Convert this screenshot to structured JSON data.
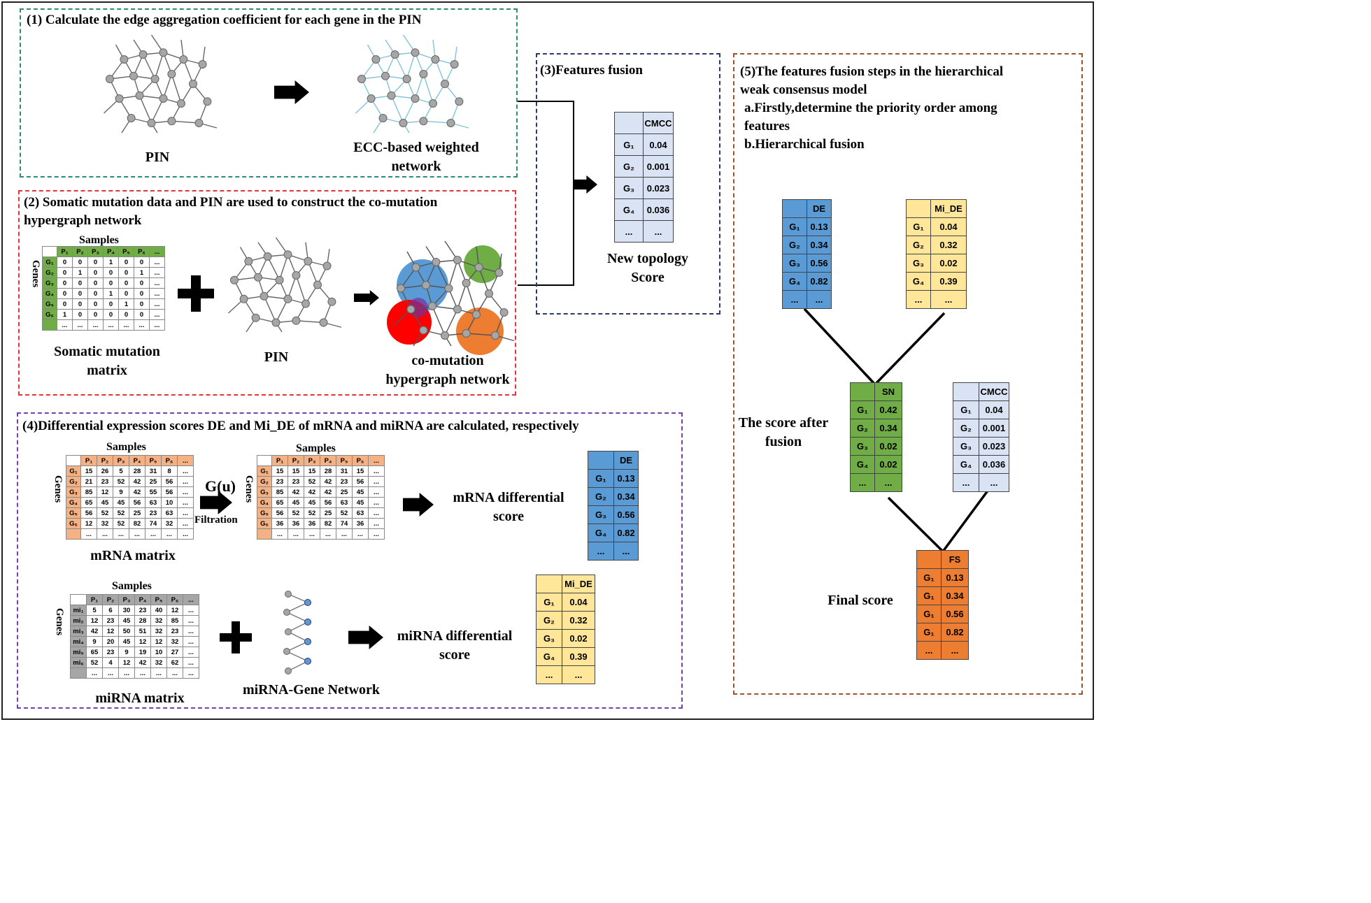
{
  "panel1": {
    "title": "(1) Calculate the edge aggregation coefficient for each gene in the PIN",
    "left_label": "PIN",
    "right_label_1": "ECC-based weighted",
    "right_label_2": "network"
  },
  "panel2": {
    "title_1": "(2) Somatic mutation data and PIN are used to construct the co-mutation",
    "title_2": "hypergraph network",
    "samples_label": "Samples",
    "genes_label": "Genes",
    "matrix_label_1": "Somatic mutation",
    "matrix_label_2": "matrix",
    "pin_label": "PIN",
    "hyper_label_1": "co-mutation",
    "hyper_label_2": "hypergraph network",
    "matrix": {
      "cols": [
        "P₁",
        "P₂",
        "P₃",
        "P₄",
        "P₅",
        "P₆",
        "..."
      ],
      "rows": [
        {
          "g": "G₁",
          "v": [
            "0",
            "0",
            "0",
            "1",
            "0",
            "0",
            "..."
          ]
        },
        {
          "g": "G₂",
          "v": [
            "0",
            "1",
            "0",
            "0",
            "0",
            "1",
            "..."
          ]
        },
        {
          "g": "G₃",
          "v": [
            "0",
            "0",
            "0",
            "0",
            "0",
            "0",
            "..."
          ]
        },
        {
          "g": "G₄",
          "v": [
            "0",
            "0",
            "0",
            "1",
            "0",
            "0",
            "..."
          ]
        },
        {
          "g": "G₅",
          "v": [
            "0",
            "0",
            "0",
            "0",
            "1",
            "0",
            "..."
          ]
        },
        {
          "g": "G₆",
          "v": [
            "1",
            "0",
            "0",
            "0",
            "0",
            "0",
            "..."
          ]
        },
        {
          "g": "",
          "v": [
            "...",
            "...",
            "...",
            "...",
            "...",
            "...",
            "..."
          ]
        }
      ]
    }
  },
  "panel3": {
    "title": "(3)Features fusion",
    "label_1": "New topology",
    "label_2": "Score",
    "table": {
      "header": "CMCC",
      "rows": [
        [
          "G₁",
          "0.04"
        ],
        [
          "G₂",
          "0.001"
        ],
        [
          "G₃",
          "0.023"
        ],
        [
          "G₄",
          "0.036"
        ],
        [
          "...",
          "..."
        ]
      ]
    }
  },
  "panel4": {
    "title": "(4)Differential expression scores DE and Mi_DE of mRNA and miRNA are calculated, respectively",
    "samples_label": "Samples",
    "genes_label": "Genes",
    "gu_label": "G(u)",
    "filtration_label": "Filtration",
    "mrna_matrix_label": "mRNA matrix",
    "mrna_diff_1": "mRNA differential",
    "mrna_diff_2": "score",
    "mirna_matrix_label": "miRNA matrix",
    "mirna_net_label": "miRNA-Gene Network",
    "mirna_diff_1": "miRNA differential",
    "mirna_diff_2": "score",
    "mrna_matrix": {
      "cols": [
        "P₁",
        "P₂",
        "P₃",
        "P₄",
        "P₅",
        "P₆",
        "..."
      ],
      "rows": [
        {
          "g": "G₁",
          "v": [
            "15",
            "26",
            "5",
            "28",
            "31",
            "8",
            "..."
          ]
        },
        {
          "g": "G₂",
          "v": [
            "21",
            "23",
            "52",
            "42",
            "25",
            "56",
            "..."
          ]
        },
        {
          "g": "G₃",
          "v": [
            "85",
            "12",
            "9",
            "42",
            "55",
            "56",
            "..."
          ]
        },
        {
          "g": "G₄",
          "v": [
            "65",
            "45",
            "45",
            "56",
            "63",
            "10",
            "..."
          ]
        },
        {
          "g": "G₅",
          "v": [
            "56",
            "52",
            "52",
            "25",
            "23",
            "63",
            "..."
          ]
        },
        {
          "g": "G₆",
          "v": [
            "12",
            "32",
            "52",
            "82",
            "74",
            "32",
            "..."
          ]
        },
        {
          "g": "",
          "v": [
            "...",
            "...",
            "...",
            "...",
            "...",
            "...",
            "..."
          ]
        }
      ]
    },
    "filtered_matrix": {
      "cols": [
        "P₁",
        "P₂",
        "P₃",
        "P₄",
        "P₅",
        "P₆",
        "..."
      ],
      "rows": [
        {
          "g": "G₁",
          "v": [
            "15",
            "15",
            "15",
            "28",
            "31",
            "15",
            "..."
          ]
        },
        {
          "g": "G₂",
          "v": [
            "23",
            "23",
            "52",
            "42",
            "23",
            "56",
            "..."
          ]
        },
        {
          "g": "G₃",
          "v": [
            "85",
            "42",
            "42",
            "42",
            "25",
            "45",
            "..."
          ]
        },
        {
          "g": "G₄",
          "v": [
            "65",
            "45",
            "45",
            "56",
            "63",
            "45",
            "..."
          ]
        },
        {
          "g": "G₅",
          "v": [
            "56",
            "52",
            "52",
            "25",
            "52",
            "63",
            "..."
          ]
        },
        {
          "g": "G₆",
          "v": [
            "36",
            "36",
            "36",
            "82",
            "74",
            "36",
            "..."
          ]
        },
        {
          "g": "",
          "v": [
            "...",
            "...",
            "...",
            "...",
            "...",
            "...",
            "..."
          ]
        }
      ]
    },
    "mirna_matrix": {
      "cols": [
        "P₁",
        "P₂",
        "P₃",
        "P₄",
        "P₅",
        "P₆",
        "..."
      ],
      "rows": [
        {
          "g": "mi₁",
          "v": [
            "5",
            "6",
            "30",
            "23",
            "40",
            "12",
            "..."
          ]
        },
        {
          "g": "mi₂",
          "v": [
            "12",
            "23",
            "45",
            "28",
            "32",
            "85",
            "..."
          ]
        },
        {
          "g": "mi₃",
          "v": [
            "42",
            "12",
            "50",
            "51",
            "32",
            "23",
            "..."
          ]
        },
        {
          "g": "mi₄",
          "v": [
            "9",
            "20",
            "45",
            "12",
            "12",
            "32",
            "..."
          ]
        },
        {
          "g": "mi₅",
          "v": [
            "65",
            "23",
            "9",
            "19",
            "10",
            "27",
            "..."
          ]
        },
        {
          "g": "mi₆",
          "v": [
            "52",
            "4",
            "12",
            "42",
            "32",
            "62",
            "..."
          ]
        },
        {
          "g": "",
          "v": [
            "...",
            "...",
            "...",
            "...",
            "...",
            "...",
            "..."
          ]
        }
      ]
    },
    "de_table": {
      "header": "DE",
      "rows": [
        [
          "G₁",
          "0.13"
        ],
        [
          "G₂",
          "0.34"
        ],
        [
          "G₃",
          "0.56"
        ],
        [
          "G₄",
          "0.82"
        ],
        [
          "...",
          "..."
        ]
      ]
    },
    "mide_table": {
      "header": "Mi_DE",
      "rows": [
        [
          "G₁",
          "0.04"
        ],
        [
          "G₂",
          "0.32"
        ],
        [
          "G₃",
          "0.02"
        ],
        [
          "G₄",
          "0.39"
        ],
        [
          "...",
          "..."
        ]
      ]
    }
  },
  "panel5": {
    "title_1": "(5)The features fusion steps in the hierarchical",
    "title_2": "weak consensus model",
    "step_a_1": "a.Firstly,determine the priority order among",
    "step_a_2": "features",
    "step_b": "b.Hierarchical fusion",
    "fusion_label_1": "The score after",
    "fusion_label_2": "fusion",
    "final_label": "Final score",
    "de_table": {
      "header": "DE",
      "rows": [
        [
          "G₁",
          "0.13"
        ],
        [
          "G₂",
          "0.34"
        ],
        [
          "G₃",
          "0.56"
        ],
        [
          "G₄",
          "0.82"
        ],
        [
          "...",
          "..."
        ]
      ]
    },
    "mide_table": {
      "header": "Mi_DE",
      "rows": [
        [
          "G₁",
          "0.04"
        ],
        [
          "G₂",
          "0.32"
        ],
        [
          "G₃",
          "0.02"
        ],
        [
          "G₄",
          "0.39"
        ],
        [
          "...",
          "..."
        ]
      ]
    },
    "sn_table": {
      "header": "SN",
      "rows": [
        [
          "G₁",
          "0.42"
        ],
        [
          "G₂",
          "0.34"
        ],
        [
          "G₃",
          "0.02"
        ],
        [
          "G₄",
          "0.02"
        ],
        [
          "...",
          "..."
        ]
      ]
    },
    "cmcc_table": {
      "header": "CMCC",
      "rows": [
        [
          "G₁",
          "0.04"
        ],
        [
          "G₂",
          "0.001"
        ],
        [
          "G₃",
          "0.023"
        ],
        [
          "G₄",
          "0.036"
        ],
        [
          "...",
          "..."
        ]
      ]
    },
    "fs_table": {
      "header": "FS",
      "rows": [
        [
          "G₁",
          "0.13"
        ],
        [
          "G₁",
          "0.34"
        ],
        [
          "G₁",
          "0.56"
        ],
        [
          "G₁",
          "0.82"
        ],
        [
          "...",
          "..."
        ]
      ]
    }
  },
  "colors": {
    "panel1_border": "#2e8b7a",
    "panel2_border": "#e0363b",
    "panel3_border": "#2b3a6b",
    "panel4_border": "#7b3fa8",
    "panel5_border": "#a0522d",
    "green": "#70ad47",
    "orange": "#f4b183",
    "grey": "#a6a6a6",
    "blue": "#5b9bd5",
    "yellow": "#ffe699",
    "lavender": "#dae3f3",
    "fs_orange": "#ed7d31",
    "net_grey": "#a6a6a6",
    "net_blue": "#7fc4d9"
  }
}
